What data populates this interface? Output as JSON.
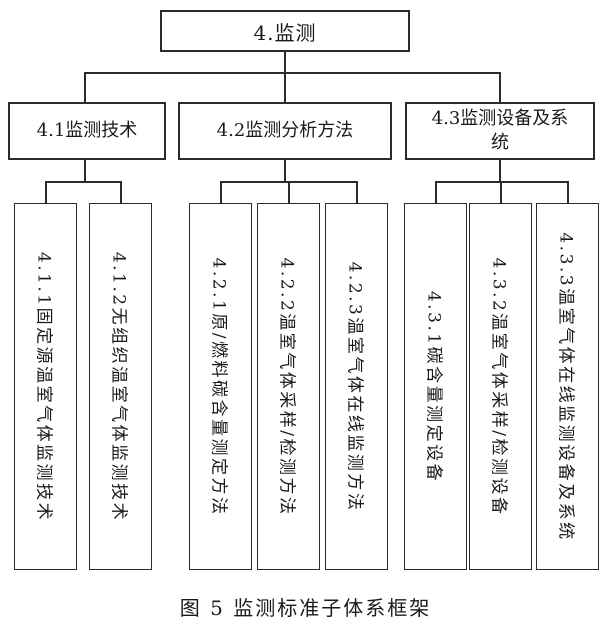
{
  "figure": {
    "root_label": "4.监测",
    "branches": [
      {
        "label": "4.1监测技术",
        "children": [
          "4.1.1固定源温室气体监测技术",
          "4.1.2无组织温室气体监测技术"
        ]
      },
      {
        "label": "4.2监测分析方法",
        "children": [
          "4.2.1原/燃料碳含量测定方法",
          "4.2.2温室气体采样/检测方法",
          "4.2.3温室气体在线监测方法"
        ]
      },
      {
        "label": "4.3监测设备及系统",
        "children": [
          "4.3.1碳含量测定设备",
          "4.3.2温室气体采样/检测设备",
          "4.3.3温室气体在线监测设备及系统"
        ]
      }
    ],
    "caption": "图 5 监测标准子体系框架"
  },
  "colors": {
    "line": "#2b2b2b",
    "background": "#ffffff",
    "text": "#1a1a1a"
  }
}
